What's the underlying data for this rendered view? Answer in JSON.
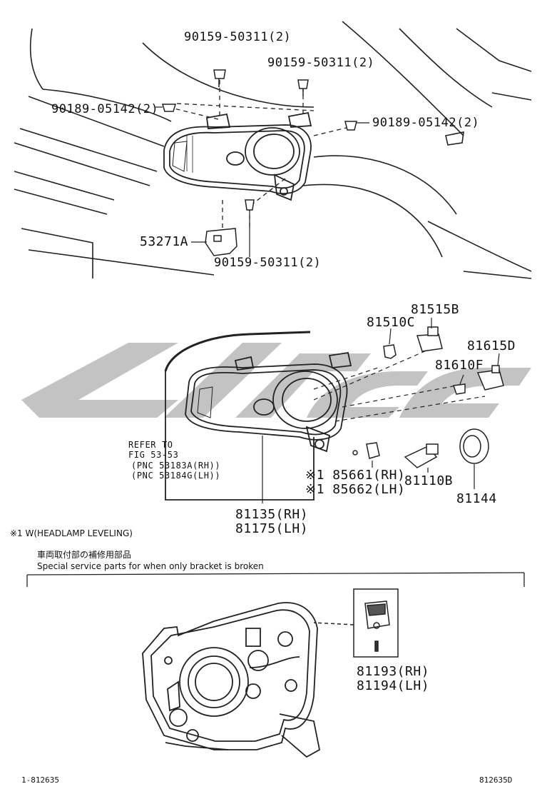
{
  "top_labels": {
    "bolt_a": "90159-50311(2)",
    "bolt_b": "90159-50311(2)",
    "clip_left": "90189-05142(2)",
    "clip_right": "90189-05142(2)",
    "bracket": "53271A",
    "bolt_bottom": "90159-50311(2)"
  },
  "middle_labels": {
    "p81515b": "81515B",
    "p81510c": "81510C",
    "p81615d": "81615D",
    "p81610f": "81610F",
    "refer_to": "REFER TO",
    "fig_ref": "FIG 53-53",
    "pnc_rh": "(PNC 53183A(RH))",
    "pnc_lh": "(PNC 53184G(LH))",
    "p85661": "※1 85661(RH)",
    "p85662": "※1 85662(LH)",
    "p81110b": "81110B",
    "p81144": "81144",
    "p81135": "81135(RH)",
    "p81175": "81175(LH)"
  },
  "notes": {
    "leveling": "※1 W(HEADLAMP LEVELING)",
    "jp_note": "車両取付部の補修用部品",
    "en_note": "Special service parts for when only bracket is broken"
  },
  "bottom_labels": {
    "p81193": "81193(RH)",
    "p81194": "81194(LH)"
  },
  "footer": {
    "left_code": "1-812635",
    "right_code": "812635D"
  }
}
